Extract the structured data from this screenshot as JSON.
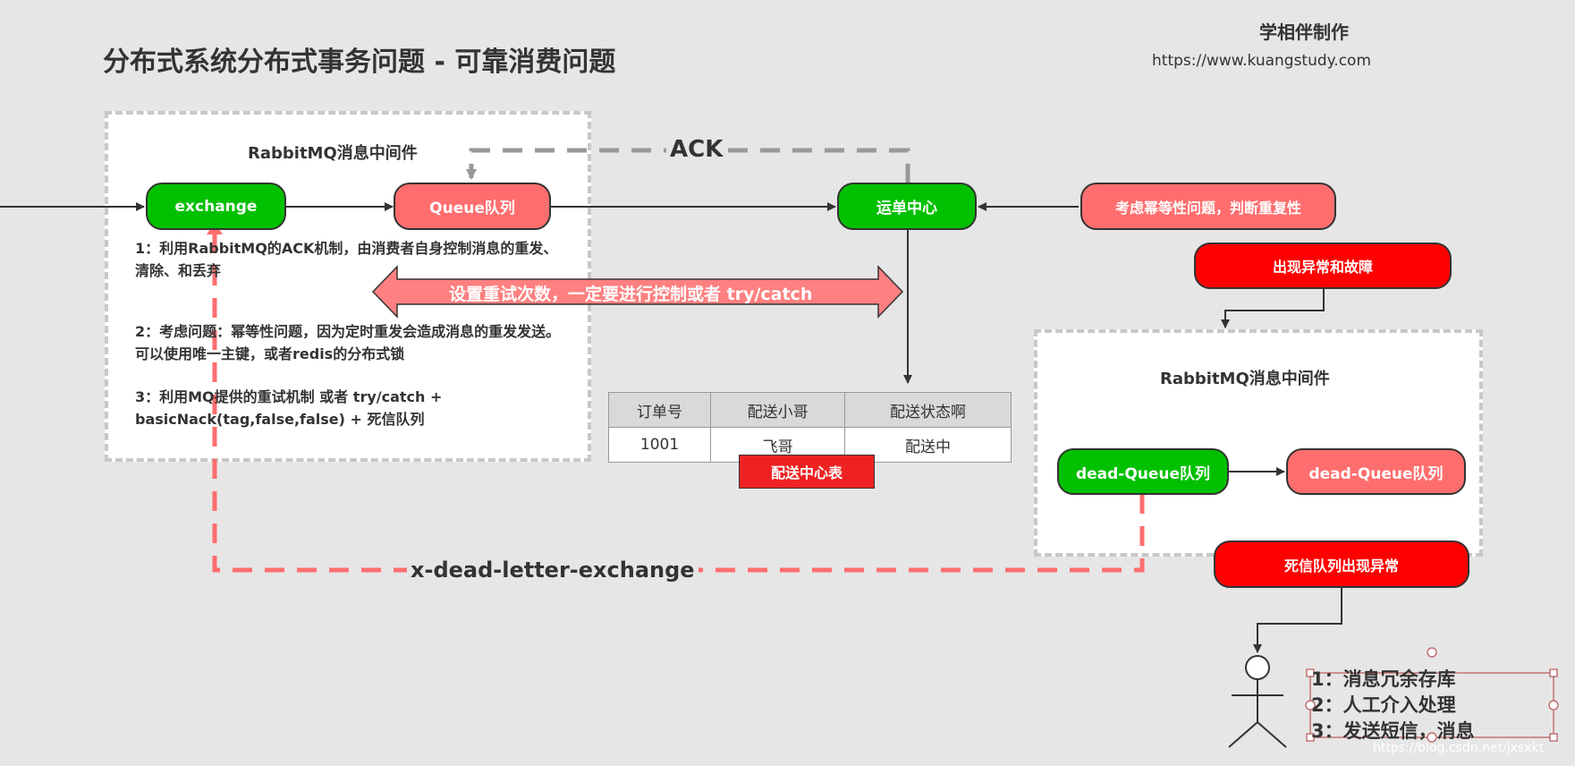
{
  "title": "分布式系统分布式事务问题 - 可靠消费问题",
  "brand": {
    "name": "学相伴制作",
    "url": "https://www.kuangstudy.com"
  },
  "left_group": {
    "title": "RabbitMQ消息中间件",
    "exchange": "exchange",
    "queue": "Queue队列",
    "notes": [
      "1：利用RabbitMQ的ACK机制，由消费者自身控制消息的重发、清除、和丢弃",
      "2：考虑问题：幂等性问题，因为定时重发会造成消息的重发发送。可以使用唯一主键，或者redis的分布式锁",
      "3：利用MQ提供的重试机制 或者  try/catch + basicNack(tag,false,false)  + 死信队列"
    ]
  },
  "ack_label": "ACK",
  "retry_label": "设置重试次数，一定要进行控制或者 try/catch",
  "dispatch_center": "运单中心",
  "idempotency": "考虑幂等性问题，判断重复性",
  "exception": "出现异常和故障",
  "table": {
    "headers": [
      "订单号",
      "配送小哥",
      "配送状态啊"
    ],
    "rows": [
      [
        "1001",
        "飞哥",
        "配送中"
      ]
    ],
    "label": "配送中心表"
  },
  "right_group": {
    "title": "RabbitMQ消息中间件",
    "dead_exchange": "dead-Queue队列",
    "dead_queue": "dead-Queue队列"
  },
  "dead_letter_label": "x-dead-letter-exchange",
  "dead_exception": "死信队列出现异常",
  "actions": [
    "1：消息冗余存库",
    "2：人工介入处理",
    "3：发送短信，消息"
  ],
  "watermark": "https://blog.csdn.net/jxsxkt",
  "colors": {
    "green": "#00c000",
    "salmon": "#ff6e6e",
    "red": "#ff0000",
    "dashed_gray": "#999999",
    "dashed_red": "#ff6e6e"
  }
}
